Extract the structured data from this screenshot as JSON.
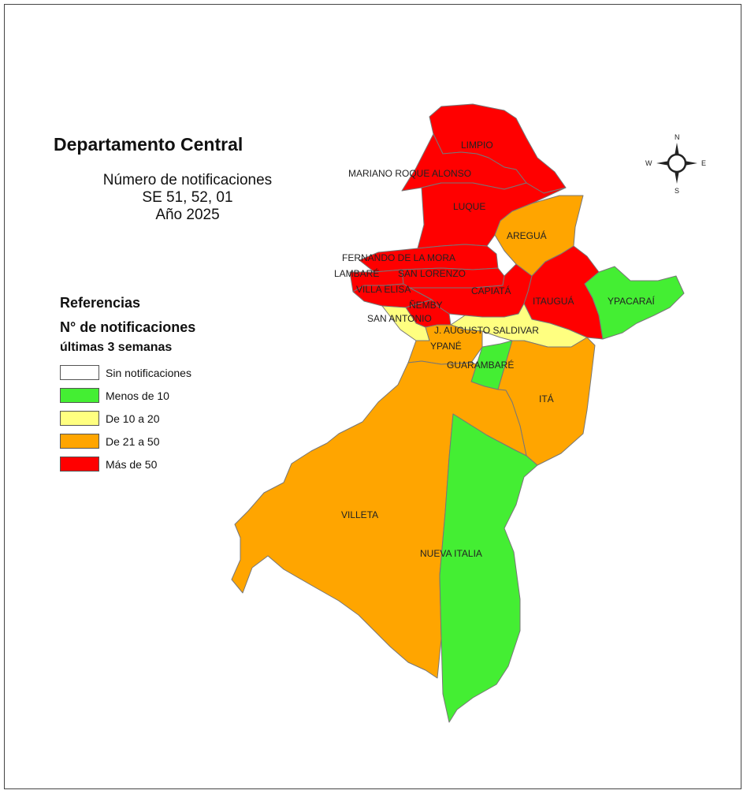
{
  "map": {
    "title": "Departamento Central",
    "subtitle": [
      "Número de notificaciones",
      "SE 51, 52, 01",
      "Año 2025"
    ]
  },
  "legend": {
    "heading": "Referencias",
    "subheading1": "N° de notificaciones",
    "subheading2": "últimas 3 semanas",
    "items": [
      {
        "label": "Sin notificaciones",
        "color": "#ffffff"
      },
      {
        "label": "Menos de 10",
        "color": "#44ee33"
      },
      {
        "label": "De 10 a 20",
        "color": "#ffff80"
      },
      {
        "label": "De 21 a 50",
        "color": "#ffa500"
      },
      {
        "label": "Más de 50",
        "color": "#ff0000"
      }
    ]
  },
  "compass": {
    "n": "N",
    "s": "S",
    "e": "E",
    "w": "W"
  },
  "districts": [
    {
      "key": "limpio",
      "label": "LIMPIO",
      "category": "Más de 50"
    },
    {
      "key": "mra",
      "label": "MARIANO ROQUE ALONSO",
      "category": "Más de 50"
    },
    {
      "key": "luque",
      "label": "LUQUE",
      "category": "Más de 50"
    },
    {
      "key": "aregua",
      "label": "AREGUÁ",
      "category": "De 21 a 50"
    },
    {
      "key": "fdm",
      "label": "FERNANDO DE LA MORA",
      "category": "Más de 50"
    },
    {
      "key": "lambare",
      "label": "LAMBARÉ",
      "category": "Más de 50"
    },
    {
      "key": "sanlorenzo",
      "label": "SAN LORENZO",
      "category": "Más de 50"
    },
    {
      "key": "villaelisa",
      "label": "VILLA ELISA",
      "category": "Más de 50"
    },
    {
      "key": "capiata",
      "label": "CAPIATÁ",
      "category": "Más de 50"
    },
    {
      "key": "itaugua",
      "label": "ITAUGUÁ",
      "category": "Más de 50"
    },
    {
      "key": "ypacarai",
      "label": "YPACARAÍ",
      "category": "Menos de 10"
    },
    {
      "key": "nemby",
      "label": "ÑEMBY",
      "category": "Más de 50"
    },
    {
      "key": "sanantonio",
      "label": "SAN ANTONIO",
      "category": "De 10 a 20"
    },
    {
      "key": "jas",
      "label": "J. AUGUSTO SALDIVAR",
      "category": "De 10 a 20"
    },
    {
      "key": "ypane",
      "label": "YPANÉ",
      "category": "De 21 a 50"
    },
    {
      "key": "guarambare",
      "label": "GUARAMBARÉ",
      "category": "Menos de 10"
    },
    {
      "key": "ita",
      "label": "ITÁ",
      "category": "De 21 a 50"
    },
    {
      "key": "villeta",
      "label": "VILLETA",
      "category": "De 21 a 50"
    },
    {
      "key": "nuevaitalia",
      "label": "NUEVA ITALIA",
      "category": "Menos de 10"
    }
  ]
}
